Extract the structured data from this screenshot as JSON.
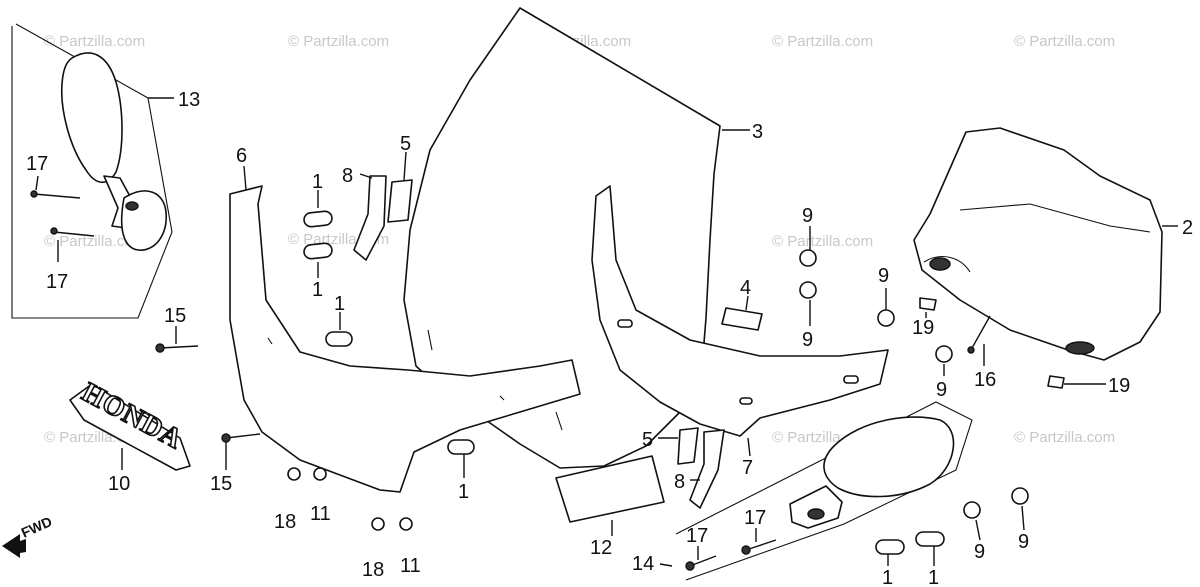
{
  "diagram": {
    "watermark_text": "© Partzilla.com",
    "direction_label": "FWD",
    "emblem_text": "HONDA",
    "parts": [
      {
        "id": "p13",
        "label": "13"
      },
      {
        "id": "p17a",
        "label": "17"
      },
      {
        "id": "p17b",
        "label": "17"
      },
      {
        "id": "p6",
        "label": "6"
      },
      {
        "id": "p1a",
        "label": "1"
      },
      {
        "id": "p1b",
        "label": "1"
      },
      {
        "id": "p8a",
        "label": "8"
      },
      {
        "id": "p5a",
        "label": "5"
      },
      {
        "id": "p1c",
        "label": "1"
      },
      {
        "id": "p15a",
        "label": "15"
      },
      {
        "id": "p3",
        "label": "3"
      },
      {
        "id": "p2",
        "label": "2"
      },
      {
        "id": "p9a",
        "label": "9"
      },
      {
        "id": "p9b",
        "label": "9"
      },
      {
        "id": "p9c",
        "label": "9"
      },
      {
        "id": "p4",
        "label": "4"
      },
      {
        "id": "p19a",
        "label": "19"
      },
      {
        "id": "p16",
        "label": "16"
      },
      {
        "id": "p9d",
        "label": "9"
      },
      {
        "id": "p19b",
        "label": "19"
      },
      {
        "id": "p10",
        "label": "10"
      },
      {
        "id": "p15b",
        "label": "15"
      },
      {
        "id": "p18a",
        "label": "18"
      },
      {
        "id": "p11a",
        "label": "11"
      },
      {
        "id": "p1d",
        "label": "1"
      },
      {
        "id": "p5b",
        "label": "5"
      },
      {
        "id": "p8b",
        "label": "8"
      },
      {
        "id": "p7",
        "label": "7"
      },
      {
        "id": "p12",
        "label": "12"
      },
      {
        "id": "p18b",
        "label": "18"
      },
      {
        "id": "p11b",
        "label": "11"
      },
      {
        "id": "p14",
        "label": "14"
      },
      {
        "id": "p17c",
        "label": "17"
      },
      {
        "id": "p17d",
        "label": "17"
      },
      {
        "id": "p1e",
        "label": "1"
      },
      {
        "id": "p1f",
        "label": "1"
      },
      {
        "id": "p9e",
        "label": "9"
      },
      {
        "id": "p9f",
        "label": "9"
      }
    ]
  }
}
